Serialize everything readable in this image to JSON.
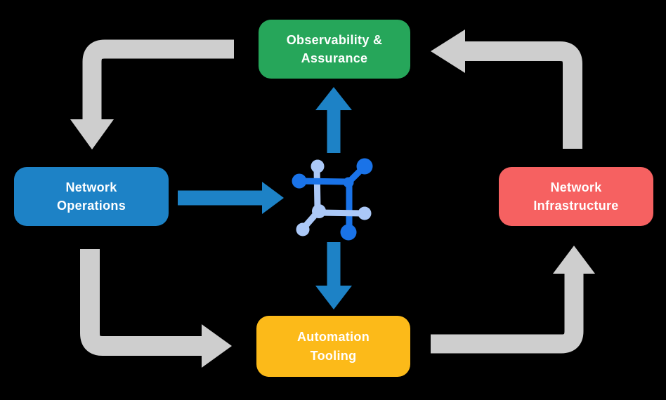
{
  "diagram": {
    "background_color": "#000000",
    "nodes": [
      {
        "id": "observability-assurance",
        "line1": "Observability &",
        "line2": "Assurance",
        "color": "#26a65a",
        "position": "top"
      },
      {
        "id": "network-operations",
        "line1": "Network",
        "line2": "Operations",
        "color": "#1d82c6",
        "position": "left"
      },
      {
        "id": "network-infrastructure",
        "line1": "Network",
        "line2": "Infrastructure",
        "color": "#f66161",
        "position": "right"
      },
      {
        "id": "automation-tooling",
        "line1": "Automation",
        "line2": "Tooling",
        "color": "#fcba19",
        "position": "bottom"
      }
    ],
    "center_icon": {
      "name": "network-automation-icon",
      "dark_blue": "#1a73e8",
      "light_blue": "#abc8f7"
    },
    "colors": {
      "cycle_arrow_gray": "#cecece",
      "accent_arrow_blue": "#1d82c6",
      "node_text": "#ffffff"
    },
    "cycle_arrows": [
      {
        "from": "observability-assurance",
        "to": "network-operations"
      },
      {
        "from": "network-operations",
        "to": "automation-tooling"
      },
      {
        "from": "automation-tooling",
        "to": "network-infrastructure"
      },
      {
        "from": "network-infrastructure",
        "to": "observability-assurance"
      }
    ],
    "accent_arrows": [
      {
        "from": "network-operations",
        "to": "center-icon"
      },
      {
        "from": "center-icon",
        "to": "observability-assurance"
      },
      {
        "from": "center-icon",
        "to": "automation-tooling"
      }
    ]
  }
}
